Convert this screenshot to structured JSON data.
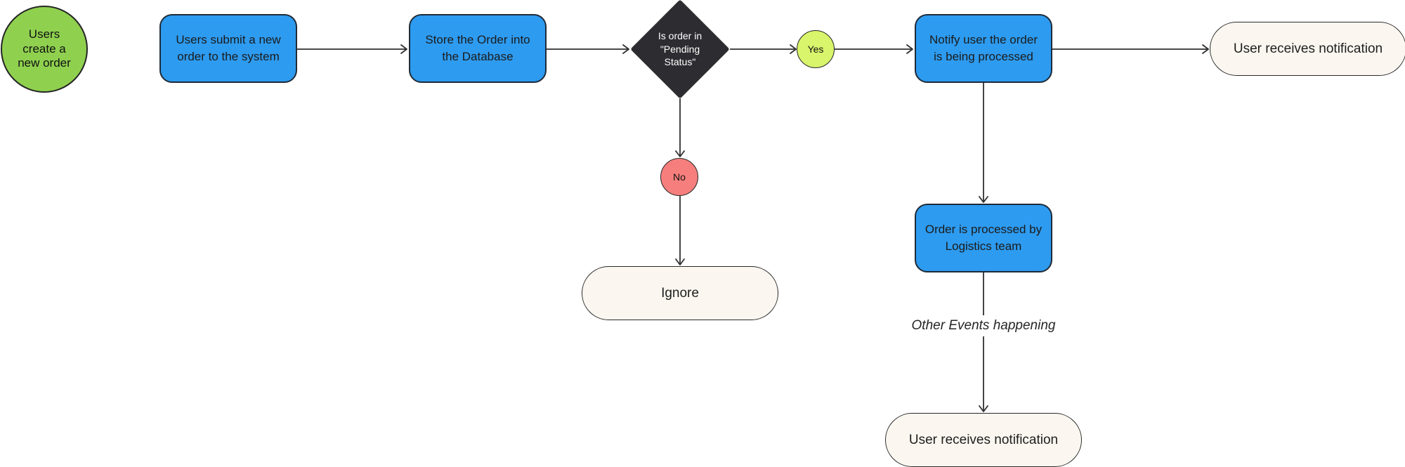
{
  "diagram": {
    "nodes": {
      "start": {
        "label": "Users create a new order",
        "color": "#8fd14f"
      },
      "submit": {
        "label": "Users submit a new order to the system",
        "color": "#2d9bf0"
      },
      "store": {
        "label": "Store the Order into the Database",
        "color": "#2d9bf0"
      },
      "decision": {
        "label": "Is order in\n\"Pending\nStatus\"",
        "color": "#2d2d31"
      },
      "yes": {
        "label": "Yes",
        "color": "#d8f56b"
      },
      "no": {
        "label": "No",
        "color": "#f67f7d"
      },
      "notify": {
        "label": "Notify user the order is being processed",
        "color": "#2d9bf0"
      },
      "top_notification": {
        "label": "User receives notification",
        "color": "#fbf7f0"
      },
      "ignore": {
        "label": "Ignore",
        "color": "#fbf7f0"
      },
      "logistics": {
        "label": "Order is processed by Logistics team",
        "color": "#2d9bf0"
      },
      "bottom_notification": {
        "label": "User receives notification",
        "color": "#fbf7f0"
      }
    },
    "edge_labels": {
      "other_events": "Other Events happening"
    }
  }
}
